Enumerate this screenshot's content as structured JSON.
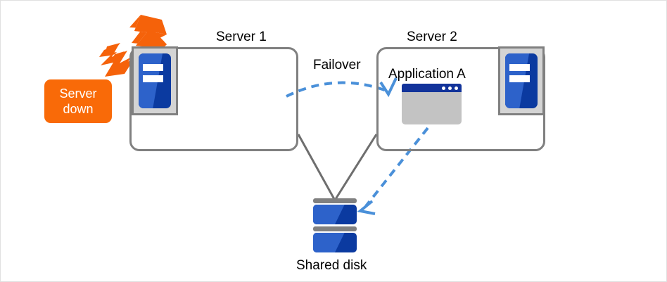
{
  "diagram": {
    "title_labels": {
      "server1": "Server 1",
      "server2": "Server 2",
      "failover": "Failover",
      "application": "Application A",
      "shared_disk": "Shared disk"
    },
    "badge": {
      "line1": "Server",
      "line2": "down"
    },
    "colors": {
      "badge_orange": "#f96a08",
      "burst_orange": "#f5620a",
      "box_gray": "#808080",
      "icon_blue_light": "#2d62ca",
      "icon_blue_dark": "#0b3aa0",
      "icon_tray_gray": "#d4d4d4",
      "window_titlebar": "#12339a",
      "window_body": "#c3c3c3",
      "arrow_blue": "#4a90d9",
      "connector_gray": "#6e6e6e",
      "canvas_border": "#e0e0e0",
      "text_black": "#000000",
      "text_white": "#ffffff"
    },
    "icons": {
      "server_unit": "server-icon",
      "lightning_burst": "lightning-burst-icon",
      "application_window": "app-window-icon",
      "disk_stack": "disk-stack-icon",
      "failover_arrow": "dashed-curved-arrow-icon",
      "disk_access_arrow": "dashed-straight-arrow-icon"
    },
    "connectors": [
      {
        "name": "server1-to-disk",
        "style": "solid",
        "color": "#6e6e6e"
      },
      {
        "name": "server2-to-disk",
        "style": "solid",
        "color": "#6e6e6e"
      },
      {
        "name": "failover-arrow",
        "style": "dashed",
        "color": "#4a90d9"
      },
      {
        "name": "app-to-disk-arrow",
        "style": "dashed",
        "color": "#4a90d9"
      }
    ]
  }
}
